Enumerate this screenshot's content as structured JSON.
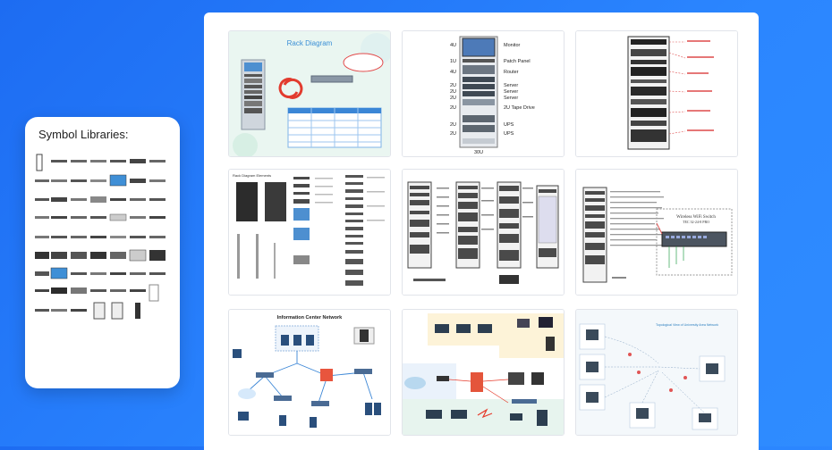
{
  "symbol_libraries": {
    "title": "Symbol Libraries:"
  },
  "templates": [
    {
      "id": "rack-diagram",
      "title": "Rack Diagram"
    },
    {
      "id": "rack-units",
      "rows": [
        {
          "units": "4U",
          "name": "Monitor"
        },
        {
          "units": "1U",
          "name": "Patch Panel"
        },
        {
          "units": "4U",
          "name": "Router"
        },
        {
          "units": "2U",
          "name": "Server"
        },
        {
          "units": "2U",
          "name": "Server"
        },
        {
          "units": "2U",
          "name": "Server"
        },
        {
          "units": "2U",
          "name": "2U Tape Drive"
        },
        {
          "units": "2U",
          "name": "UPS"
        },
        {
          "units": "2U",
          "name": "UPS"
        }
      ],
      "footer": "30U"
    },
    {
      "id": "rack-callouts"
    },
    {
      "id": "rack-elements",
      "title": "Rack Diagram Elements"
    },
    {
      "id": "multi-rack"
    },
    {
      "id": "wireless-switch",
      "callout_title": "Wireless WiFi Switch",
      "callout_sub": "TEC 32-24-8 PRO"
    },
    {
      "id": "info-center",
      "title": "Information Center Network"
    },
    {
      "id": "cloud-network"
    },
    {
      "id": "university-network",
      "title": "Topological View of University Area Network"
    }
  ]
}
